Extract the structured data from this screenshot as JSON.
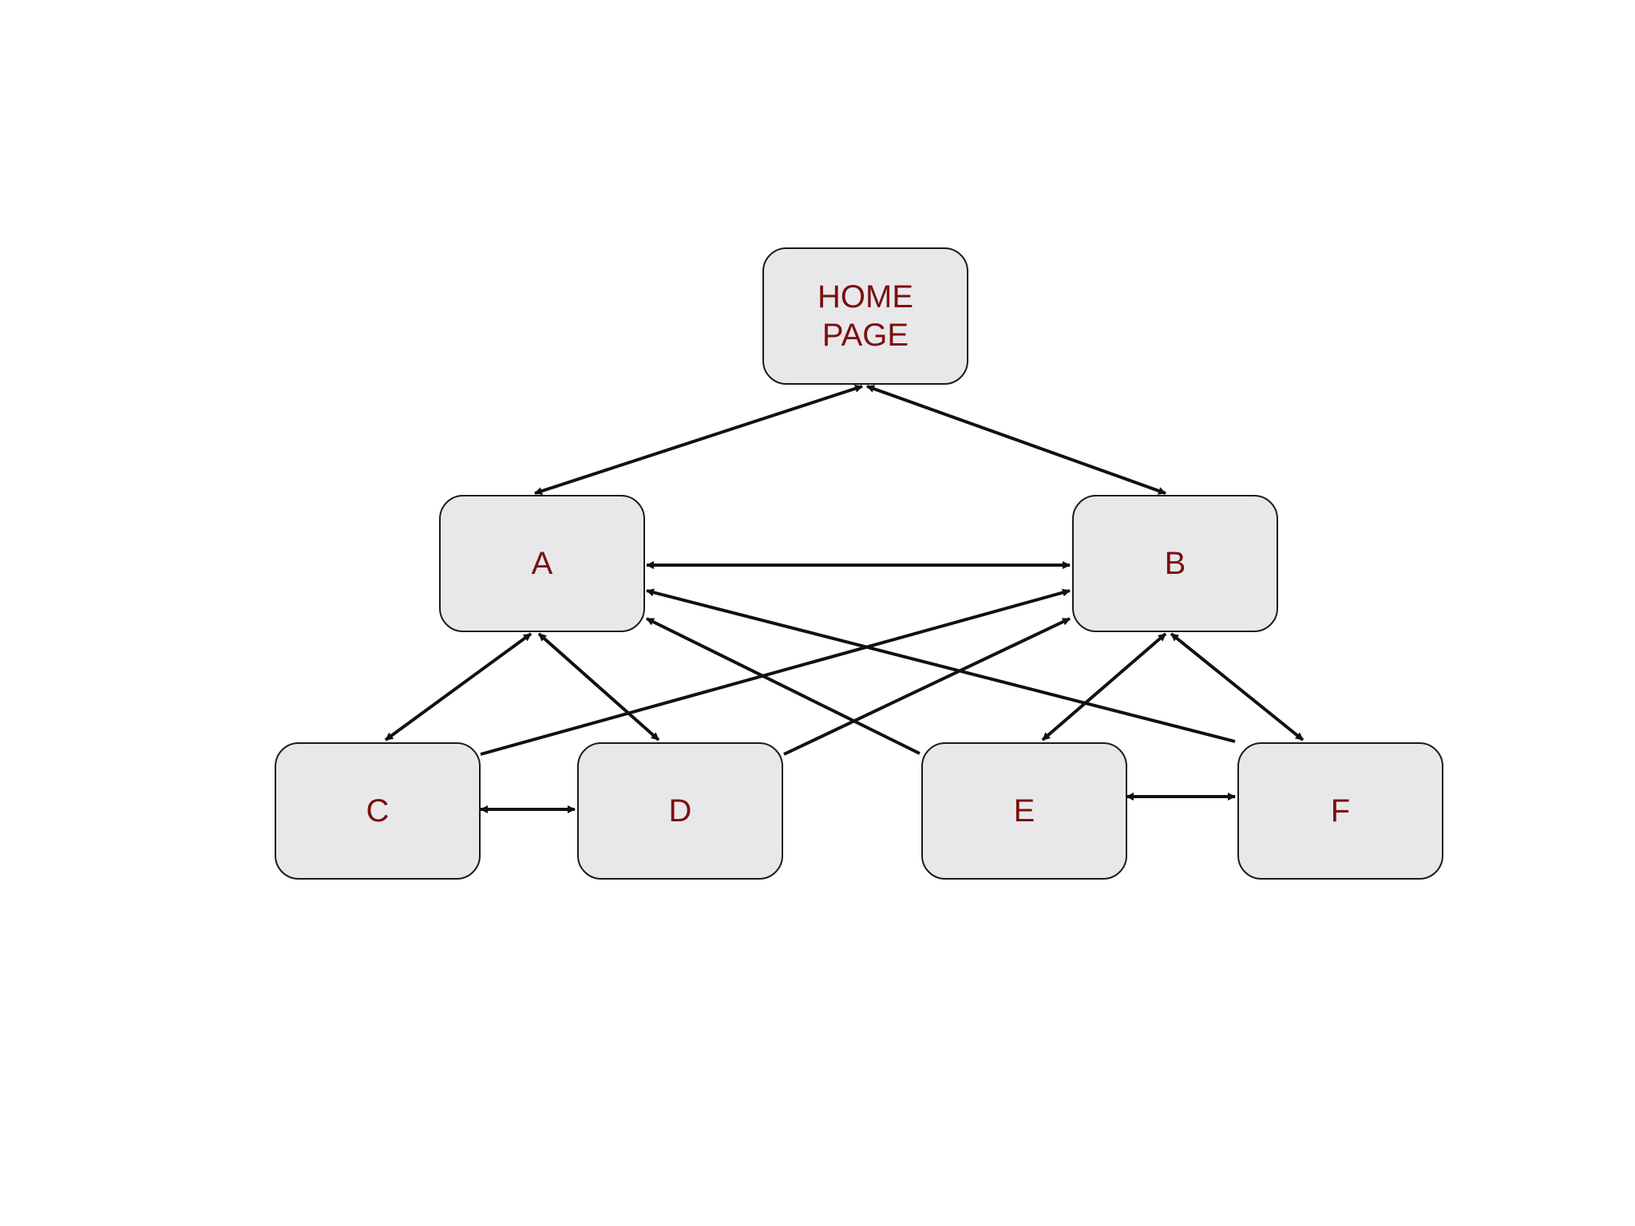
{
  "diagram": {
    "nodes": [
      {
        "id": "home",
        "label": "HOME\n PAGE"
      },
      {
        "id": "a",
        "label": "A"
      },
      {
        "id": "b",
        "label": "B"
      },
      {
        "id": "c",
        "label": "C"
      },
      {
        "id": "d",
        "label": "D"
      },
      {
        "id": "e",
        "label": "E"
      },
      {
        "id": "f",
        "label": "F"
      }
    ],
    "edges": [
      {
        "from": "home",
        "to": "a",
        "direction": "both"
      },
      {
        "from": "home",
        "to": "b",
        "direction": "both"
      },
      {
        "from": "a",
        "to": "b",
        "direction": "both"
      },
      {
        "from": "a",
        "to": "c",
        "direction": "both"
      },
      {
        "from": "a",
        "to": "d",
        "direction": "both"
      },
      {
        "from": "c",
        "to": "b",
        "direction": "forward"
      },
      {
        "from": "d",
        "to": "b",
        "direction": "forward"
      },
      {
        "from": "e",
        "to": "a",
        "direction": "forward"
      },
      {
        "from": "f",
        "to": "a",
        "direction": "forward"
      },
      {
        "from": "b",
        "to": "e",
        "direction": "both"
      },
      {
        "from": "b",
        "to": "f",
        "direction": "both"
      },
      {
        "from": "c",
        "to": "d",
        "direction": "both"
      },
      {
        "from": "e",
        "to": "f",
        "direction": "both"
      }
    ],
    "colors": {
      "node_fill": "#e8e8ea",
      "node_border": "#1a1a1a",
      "label_text": "#7a1010",
      "edge": "#111111"
    }
  }
}
